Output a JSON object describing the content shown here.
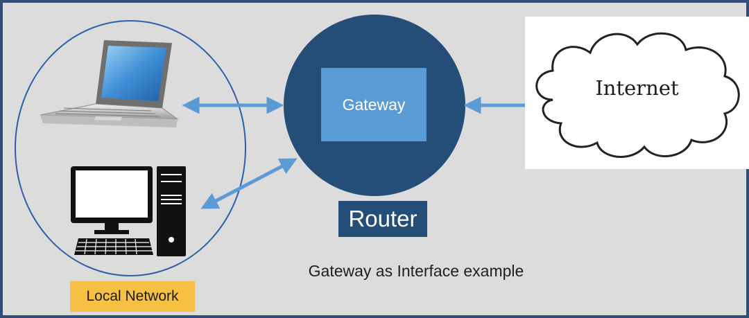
{
  "gateway": {
    "label": "Gateway"
  },
  "router": {
    "label": "Router"
  },
  "internet": {
    "label": "Internet"
  },
  "local_network": {
    "label": "Local Network"
  },
  "caption": "Gateway as Interface example",
  "colors": {
    "frame_border": "#2f4f7a",
    "background": "#dcdcdc",
    "router_circle": "#244d78",
    "gateway_box": "#5b9bd5",
    "arrow": "#5b9bd5",
    "local_label_bg": "#f6c042",
    "ellipse_stroke": "#2f5da8"
  },
  "icons": [
    "laptop-icon",
    "desktop-computer-icon",
    "cloud-icon"
  ]
}
